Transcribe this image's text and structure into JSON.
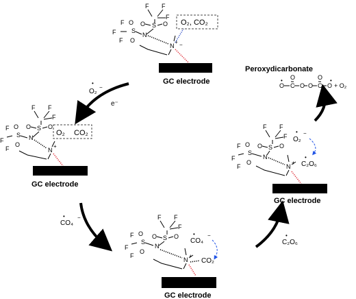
{
  "title": "",
  "electrode_label": "GC electrode",
  "atoms": {
    "F": "F",
    "S": "S",
    "O": "O",
    "N_minus": "N",
    "N_plus": "N",
    "C": "C",
    "plus": "+",
    "minus": "−"
  },
  "states": {
    "top": {
      "box_label": "O₂, CO₂"
    },
    "left": {
      "box_label_o2": "O₂",
      "box_label_co2": "CO₂"
    },
    "bottom": {
      "co4": "CO₄",
      "co2": "CO₂"
    },
    "right": {
      "o2": "O₂",
      "c2o6": "C₂O₆"
    }
  },
  "steps": {
    "o2_input": "O₂",
    "electron": "e⁻",
    "co4_input": "CO₄",
    "c2o6_input": "C₂O₆"
  },
  "product": {
    "label": "Peroxydicarbonate",
    "plus_o2": "+ O₂"
  }
}
